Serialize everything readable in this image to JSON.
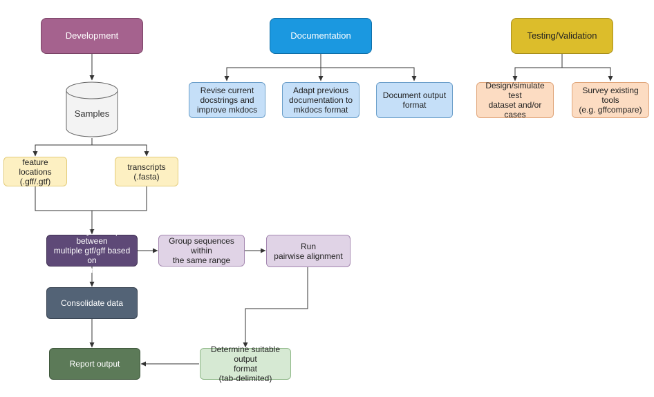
{
  "headers": {
    "development": "Development",
    "documentation": "Documentation",
    "testing": "Testing/Validation"
  },
  "nodes": {
    "samples": "Samples",
    "feature_locations": "feature locations\n(.gff/.gtf)",
    "transcripts": "transcripts\n(.fasta)",
    "identify_overlap": "Identify overlap between\nmultiple gtf/gff based on\nthe coordinates",
    "consolidate": "Consolidate data",
    "report_output": "Report output",
    "group_sequences": "Group sequences within\nthe same range",
    "run_alignment": "Run\npairwise alignment",
    "determine_format": "Determine suitable output\nformat\n(tab-delimited)",
    "revise_docstrings": "Revise current\ndocstrings and\nimprove mkdocs",
    "adapt_docs": "Adapt previous\ndocumentation to\nmkdocs format",
    "document_output": "Document output\nformat",
    "design_dataset": "Design/simulate test\ndataset and/or cases",
    "survey_tools": "Survey existing tools\n(e.g. gffcompare)"
  },
  "colors": {
    "development": "#a5628e",
    "documentation": "#1b98e0",
    "testing": "#dcbd2b",
    "doc_box": "#c5dff8",
    "test_box": "#fcdcc2",
    "input_box": "#fdf0c2",
    "overlap": "#5e4977",
    "consolidate": "#536376",
    "report": "#5c7a58",
    "lavender": "#e0d3e6",
    "green_light": "#d6e9d3",
    "samples": "#f3f3f3",
    "edge": "#333333"
  }
}
